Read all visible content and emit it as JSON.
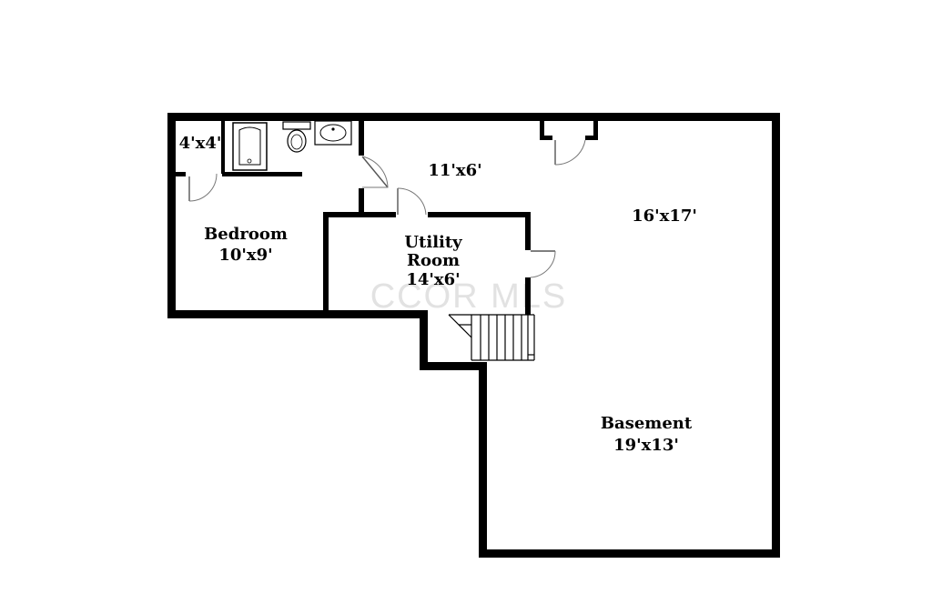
{
  "watermark": "CCOR MLS",
  "rooms": {
    "closet": {
      "dims": "4'x4'"
    },
    "hall": {
      "dims": "11'x6'"
    },
    "family": {
      "dims": "16'x17'"
    },
    "bedroom": {
      "name": "Bedroom",
      "dims": "10'x9'"
    },
    "utility": {
      "name1": "Utility",
      "name2": "Room",
      "dims": "14'x6'"
    },
    "basement": {
      "name": "Basement",
      "dims": "19'x13'"
    }
  }
}
